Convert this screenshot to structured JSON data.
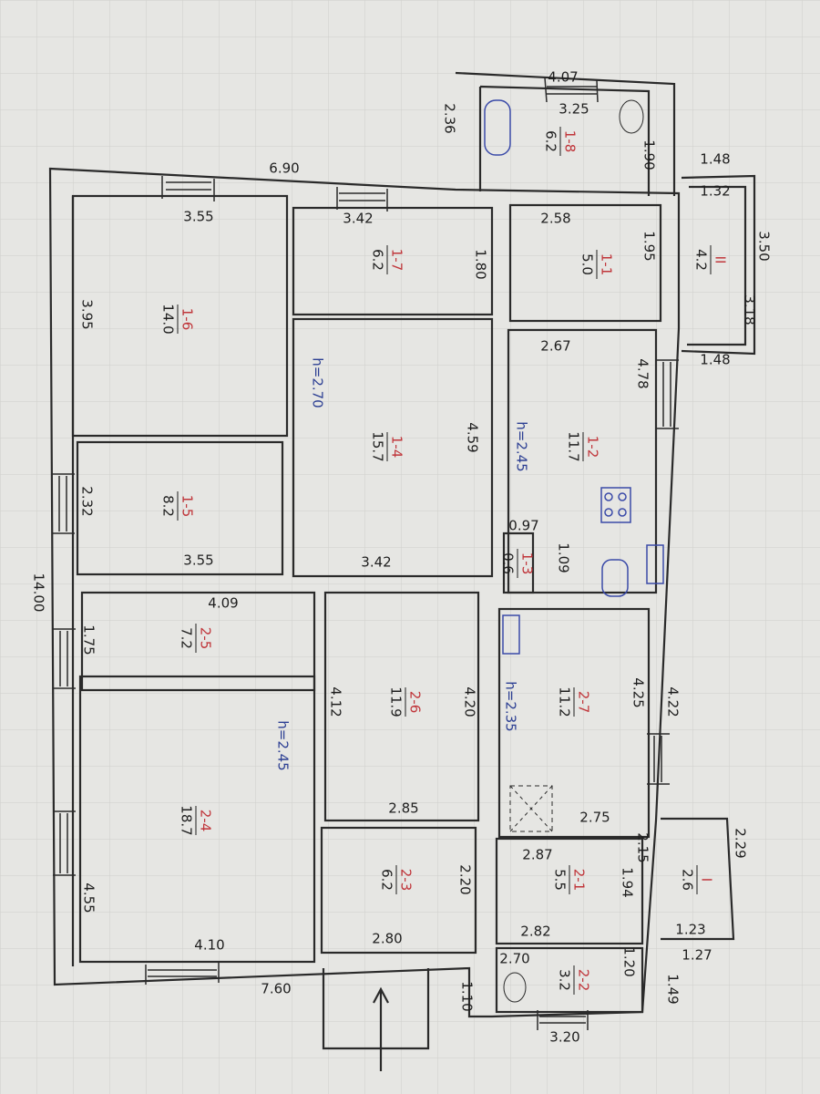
{
  "title": "Floor plan",
  "colors": {
    "paper": "#e6e6e3",
    "ink": "#2a2a2a",
    "room_number": "#c0353a",
    "height_label": "#2c3f93"
  },
  "rooms": [
    {
      "number": "1-8",
      "area": "6.2"
    },
    {
      "number": "1-7",
      "area": "6.2"
    },
    {
      "number": "1-1",
      "area": "5.0"
    },
    {
      "number": "II",
      "area": "4.2"
    },
    {
      "number": "1-6",
      "area": "14.0"
    },
    {
      "number": "1-4",
      "area": "15.7"
    },
    {
      "number": "1-2",
      "area": "11.7"
    },
    {
      "number": "1-5",
      "area": "8.2"
    },
    {
      "number": "1-3",
      "area": "0.6"
    },
    {
      "number": "2-5",
      "area": "7.2"
    },
    {
      "number": "2-6",
      "area": "11.9"
    },
    {
      "number": "2-7",
      "area": "11.2"
    },
    {
      "number": "2-4",
      "area": "18.7"
    },
    {
      "number": "2-3",
      "area": "6.2"
    },
    {
      "number": "2-1",
      "area": "5.5"
    },
    {
      "number": "I",
      "area": "2.6"
    },
    {
      "number": "2-2",
      "area": "3.2"
    }
  ],
  "heights": [
    "h=2.70",
    "h=2.45",
    "h=2.35",
    "h=2.45"
  ],
  "dimensions": [
    "4.07",
    "3.25",
    "2.36",
    "1.90",
    "1.48",
    "1.32",
    "3.50",
    "3.18",
    "1.48",
    "6.90",
    "3.55",
    "3.42",
    "1.80",
    "2.58",
    "1.95",
    "3.95",
    "2.67",
    "4.78",
    "4.59",
    "2.32",
    "0.97",
    "1.09",
    "3.55",
    "3.42",
    "14.00",
    "4.09",
    "1.75",
    "4.12",
    "4.20",
    "4.25",
    "4.22",
    "2.85",
    "2.75",
    "2.87",
    "2.15",
    "2.29",
    "1.94",
    "2.20",
    "4.55",
    "1.23",
    "2.82",
    "4.10",
    "2.80",
    "1.27",
    "1.20",
    "2.70",
    "7.60",
    "1.10",
    "1.49",
    "3.20"
  ]
}
